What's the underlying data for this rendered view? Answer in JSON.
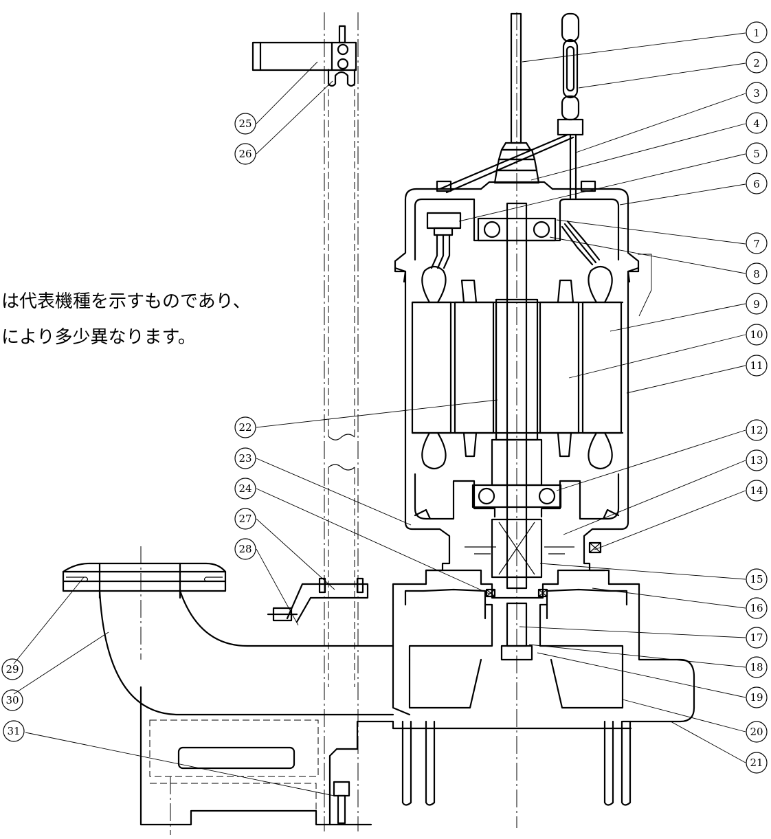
{
  "note": {
    "line1": "は代表機種を示すものであり、",
    "line2": "により多少異なります。"
  },
  "callouts": {
    "c1": "1",
    "c2": "2",
    "c3": "3",
    "c4": "4",
    "c5": "5",
    "c6": "6",
    "c7": "7",
    "c8": "8",
    "c9": "9",
    "c10": "10",
    "c11": "11",
    "c12": "12",
    "c13": "13",
    "c14": "14",
    "c15": "15",
    "c16": "16",
    "c17": "17",
    "c18": "18",
    "c19": "19",
    "c20": "20",
    "c21": "21",
    "c22": "22",
    "c23": "23",
    "c24": "24",
    "c25": "25",
    "c26": "26",
    "c27": "27",
    "c28": "28",
    "c29": "29",
    "c30": "30",
    "c31": "31"
  }
}
